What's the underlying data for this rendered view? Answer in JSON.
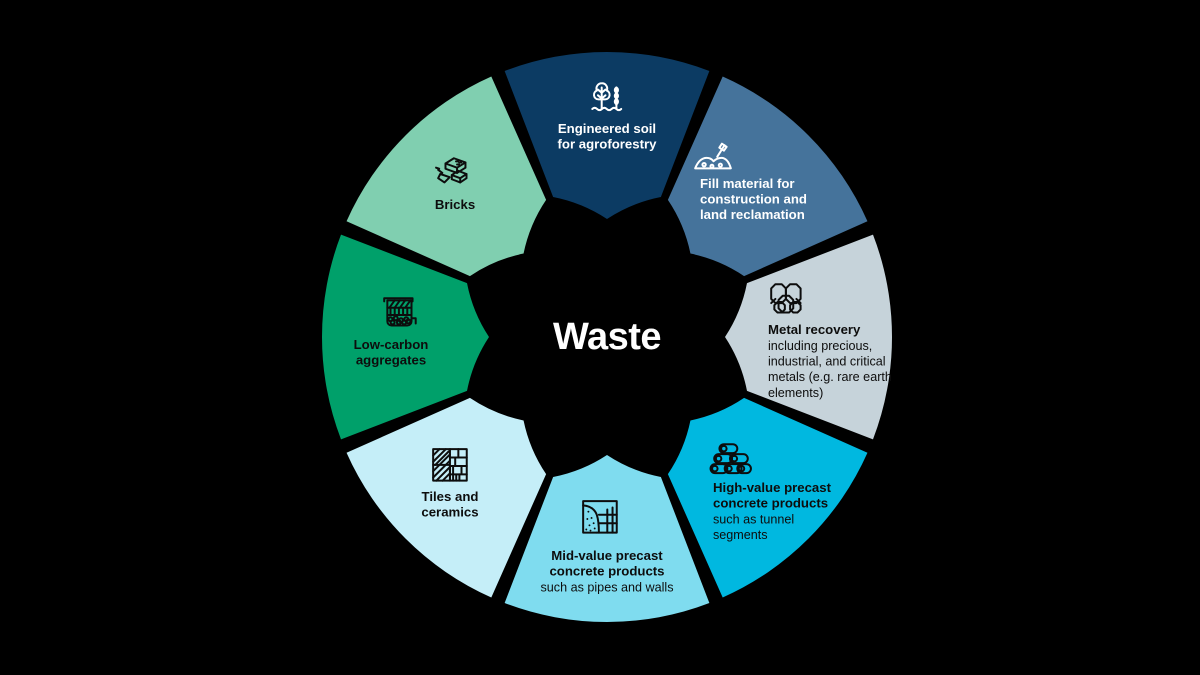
{
  "diagram": {
    "type": "circular-wheel",
    "center_label": "Waste",
    "center_color": "#000000",
    "background": "#000000",
    "segment_count": 8
  },
  "segments": [
    {
      "id": "engineered-soil",
      "icon": "tree-wheat-icon",
      "title": "Engineered soil",
      "title2": "for agroforestry",
      "subtitle": "",
      "color": "#0c3b63",
      "text_color": "#ffffff"
    },
    {
      "id": "fill-material",
      "icon": "soil-pile-shovel-icon",
      "title": "Fill material for",
      "title2": "construction and",
      "title3": "land reclamation",
      "subtitle": "",
      "color": "#45739b",
      "text_color": "#ffffff"
    },
    {
      "id": "metal-recovery",
      "icon": "metal-ingots-icon",
      "title": "Metal recovery",
      "subtitle": "including precious, industrial, and critical metals (e.g. rare earth elements)",
      "subtitle_lines": [
        "including precious,",
        "industrial, and critical",
        "metals (e.g. rare earth",
        "elements)"
      ],
      "color": "#c6d3da",
      "text_color": "#0d0d0d"
    },
    {
      "id": "high-value-precast",
      "icon": "stacked-pipes-icon",
      "title": "High-value precast",
      "title2": "concrete products",
      "subtitle": "such as tunnel segments",
      "subtitle_lines": [
        "such as tunnel",
        "segments"
      ],
      "color": "#00b8e0",
      "text_color": "#0d0d0d"
    },
    {
      "id": "mid-value-precast",
      "icon": "concrete-section-icon",
      "title": "Mid-value precast",
      "title2": "concrete products",
      "subtitle": "such as pipes and walls",
      "subtitle_lines": [
        "such as pipes and walls"
      ],
      "color": "#7fdcef",
      "text_color": "#0d0d0d"
    },
    {
      "id": "tiles-ceramics",
      "icon": "tile-pattern-icon",
      "title": "Tiles and",
      "title2": "ceramics",
      "subtitle": "",
      "color": "#c5eef8",
      "text_color": "#0d0d0d"
    },
    {
      "id": "low-carbon-aggregates",
      "icon": "aggregate-sieve-icon",
      "title": "Low-carbon",
      "title2": "aggregates",
      "subtitle": "",
      "color": "#00a06a",
      "text_color": "#0d0d0d"
    },
    {
      "id": "bricks",
      "icon": "bricks-trowel-icon",
      "title": "Bricks",
      "title2": "",
      "subtitle": "",
      "color": "#80cfb0",
      "text_color": "#0d0d0d"
    }
  ]
}
